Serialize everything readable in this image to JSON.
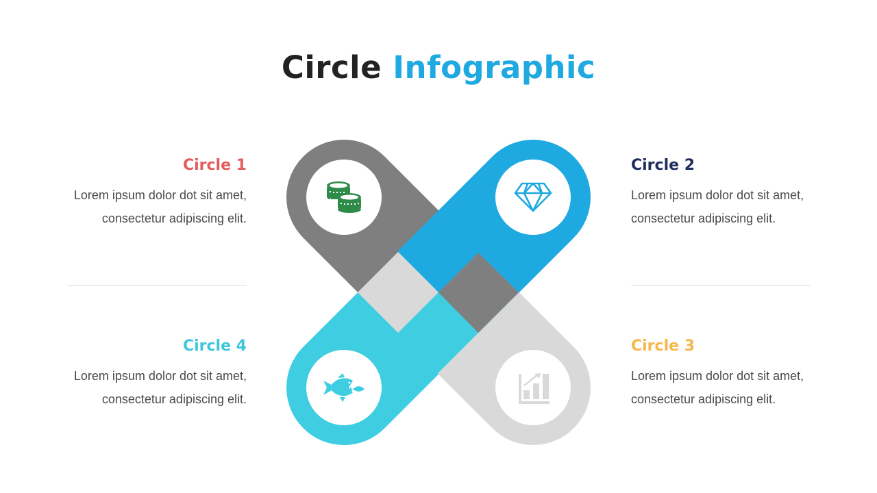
{
  "title": {
    "word1": "Circle",
    "word2": "Infographic"
  },
  "colors": {
    "title_dark": "#222222",
    "title_accent": "#1ea9e1",
    "circle1": "#e25c5c",
    "circle2": "#1e2d5e",
    "circle3": "#f5b74a",
    "circle4": "#3ec6dd",
    "capsule_gray": "#7f7f7f",
    "capsule_blue": "#1ea9e1",
    "capsule_cyan": "#3fcde1",
    "capsule_lightgray": "#d9d9d9"
  },
  "items": [
    {
      "heading": "Circle 1",
      "line1": "Lorem ipsum dolor dot sit amet,",
      "line2": "consectetur adipiscing elit.",
      "icon": "coins-icon"
    },
    {
      "heading": "Circle 2",
      "line1": "Lorem ipsum dolor dot sit amet,",
      "line2": "consectetur adipiscing elit.",
      "icon": "diamond-icon"
    },
    {
      "heading": "Circle 3",
      "line1": "Lorem ipsum dolor dot sit amet,",
      "line2": "consectetur adipiscing elit.",
      "icon": "bar-chart-growth-icon"
    },
    {
      "heading": "Circle 4",
      "line1": "Lorem ipsum dolor dot sit amet,",
      "line2": "consectetur adipiscing elit.",
      "icon": "big-fish-eats-small-fish-icon"
    }
  ]
}
